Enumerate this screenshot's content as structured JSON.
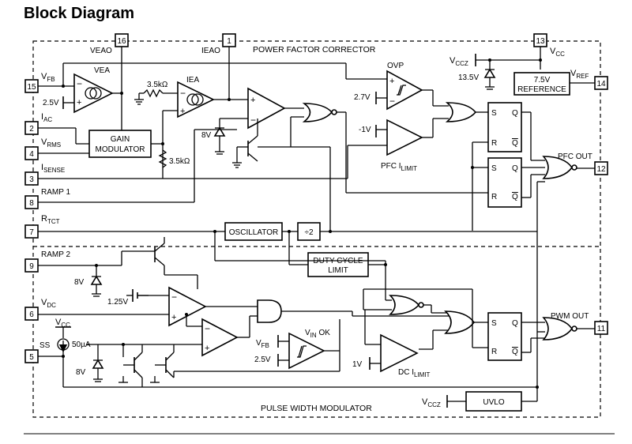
{
  "title": "Block Diagram",
  "sections": {
    "top": "POWER FACTOR CORRECTOR",
    "bottom": "PULSE WIDTH MODULATOR"
  },
  "pins": [
    {
      "num": "15",
      "label": "V",
      "sub": "FB"
    },
    {
      "num": "2",
      "label": "I",
      "sub": "AC"
    },
    {
      "num": "4",
      "label": "V",
      "sub": "RMS"
    },
    {
      "num": "3",
      "label": "I",
      "sub": "SENSE"
    },
    {
      "num": "8",
      "label": "RAMP 1",
      "sub": ""
    },
    {
      "num": "7",
      "label": "R",
      "sub": "TCT"
    },
    {
      "num": "9",
      "label": "RAMP 2",
      "sub": ""
    },
    {
      "num": "6",
      "label": "V",
      "sub": "DC"
    },
    {
      "num": "5",
      "label": "SS",
      "sub": ""
    },
    {
      "num": "16",
      "label": "VEAO",
      "sub": ""
    },
    {
      "num": "1",
      "label": "IEAO",
      "sub": ""
    },
    {
      "num": "13",
      "label": "V",
      "sub": "CC"
    },
    {
      "num": "14",
      "label": "V",
      "sub": "REF"
    },
    {
      "num": "12",
      "label": "PFC OUT",
      "sub": ""
    },
    {
      "num": "11",
      "label": "PWM OUT",
      "sub": ""
    }
  ],
  "blocks": {
    "vea": "VEA",
    "iea": "IEA",
    "gain_mod_1": "GAIN",
    "gain_mod_2": "MODULATOR",
    "ovp": "OVP",
    "reference_1": "7.5V",
    "reference_2": "REFERENCE",
    "oscillator": "OSCILLATOR",
    "divider": "÷2",
    "duty_1": "DUTY CYCLE",
    "duty_2": "LIMIT",
    "uvlo": "UVLO",
    "pfc_ilimit": "PFC I",
    "pfc_ilimit_sub": "LIMIT",
    "dc_ilimit": "DC I",
    "dc_ilimit_sub": "LIMIT",
    "vin_ok": "V",
    "vin_ok_sub": "IN",
    "vin_ok_suffix": " OK"
  },
  "labels": {
    "v_2_5_a": "2.5V",
    "r_3_5k_top": "3.5kΩ",
    "r_3_5k_bottom": "3.5kΩ",
    "v_2_7": "2.7V",
    "v_neg_1": "-1V",
    "v_8_top": "8V",
    "v_13_5": "13.5V",
    "vccz_top": "V",
    "vccz_top_sub": "CCZ",
    "v_8_mid": "8V",
    "v_1_25": "1.25V",
    "vcc_ss": "V",
    "vcc_ss_sub": "CC",
    "i_50ua": "50µA",
    "v_8_bottom": "8V",
    "vfb_vinok": "V",
    "vfb_vinok_sub": "FB",
    "v_2_5_b": "2.5V",
    "v_1_dc": "1V",
    "vccz_bottom": "V",
    "vccz_bottom_sub": "CCZ",
    "ff_s": "S",
    "ff_r": "R",
    "ff_q": "Q",
    "ff_qb": "Q",
    "plus": "+",
    "minus": "−"
  }
}
